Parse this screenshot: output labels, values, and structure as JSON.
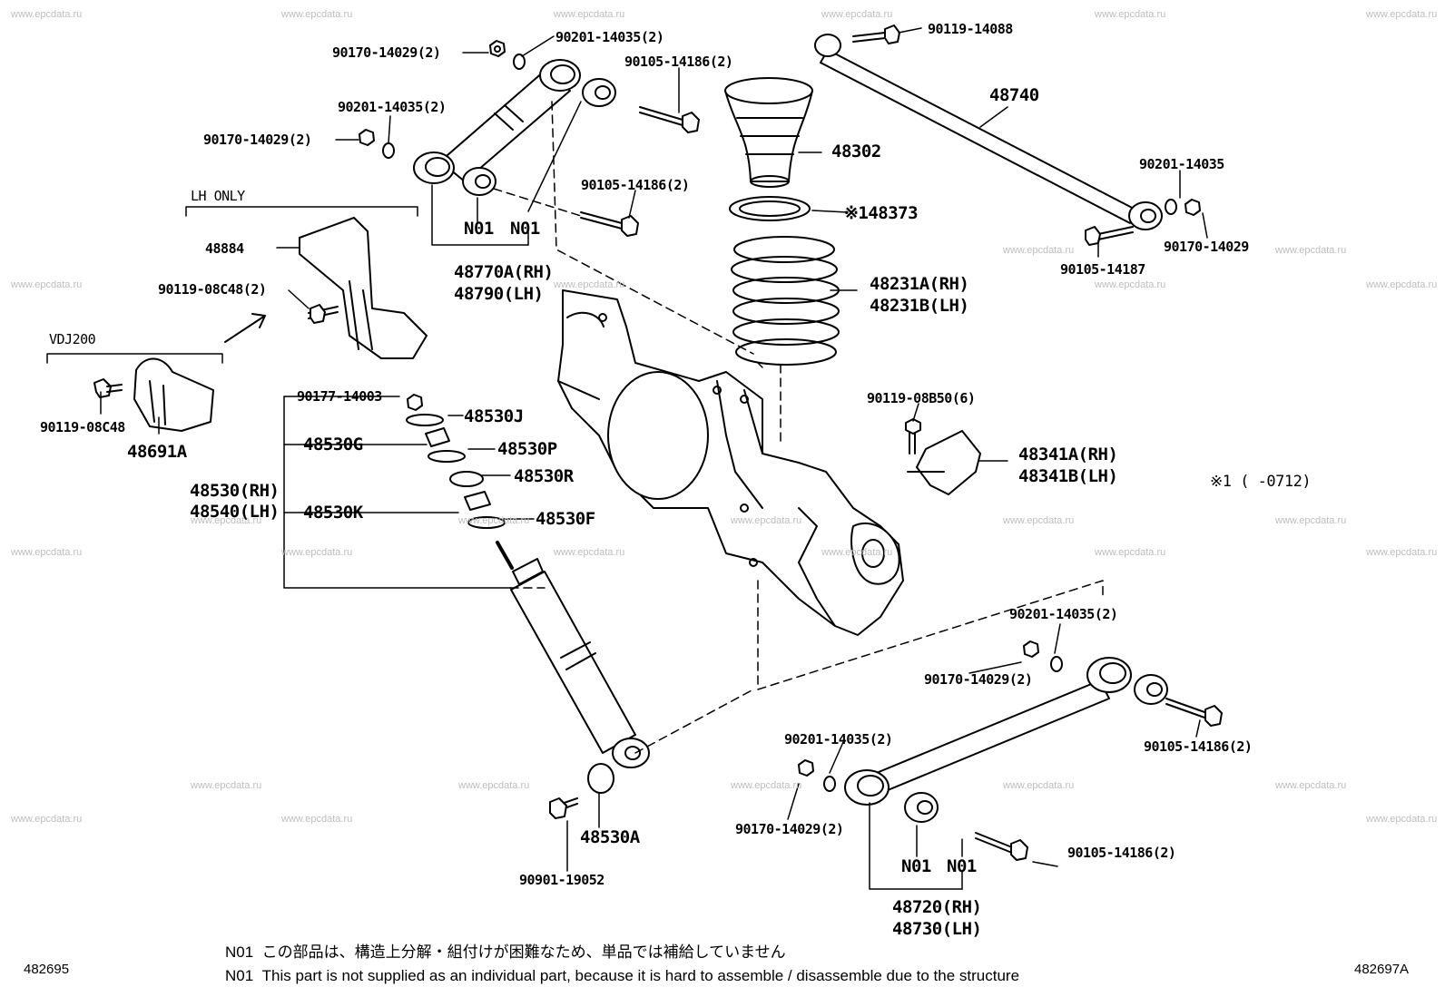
{
  "watermark": "www.epcdata.ru",
  "labels": {
    "l90170_14029_2_a": "90170-14029(2)",
    "l90201_14035_2_a": "90201-14035(2)",
    "l90105_14186_2_a": "90105-14186(2)",
    "l90201_14035_2_b": "90201-14035(2)",
    "l90170_14029_2_b": "90170-14029(2)",
    "l90105_14186_2_b": "90105-14186(2)",
    "lh_only": "LH ONLY",
    "n01_a": "N01",
    "n01_b": "N01",
    "l48770a": "48770A(RH)",
    "l48790": "48790(LH)",
    "l48884": "48884",
    "l90119_08c48_2": "90119-08C48(2)",
    "vdj200": "VDJ200",
    "l90119_08c48": "90119-08C48",
    "l48691a": "48691A",
    "l90119_14088": "90119-14088",
    "l48740": "48740",
    "l48302": "48302",
    "l48373": "※148373",
    "l90201_14035": "90201-14035",
    "l90170_14029": "90170-14029",
    "l90105_14187": "90105-14187",
    "l48231a": "48231A(RH)",
    "l48231b": "48231B(LH)",
    "l90177_14003": "90177-14003",
    "l48530j": "48530J",
    "l48530g": "48530G",
    "l48530p": "48530P",
    "l48530r": "48530R",
    "l48530rh": "48530(RH)",
    "l48540lh": "48540(LH)",
    "l48530k": "48530K",
    "l48530f": "48530F",
    "l90119_08b50": "90119-08B50(6)",
    "l48341a": "48341A(RH)",
    "l48341b": "48341B(LH)",
    "note1": "※1 (    -0712)",
    "l90201_14035_2_c": "90201-14035(2)",
    "l90170_14029_2_c": "90170-14029(2)",
    "l90105_14186_2_c": "90105-14186(2)",
    "l90201_14035_2_d": "90201-14035(2)",
    "l90170_14029_2_d": "90170-14029(2)",
    "l90105_14186_2_d": "90105-14186(2)",
    "l48530a": "48530A",
    "l90901_19052": "90901-19052",
    "n01_c": "N01",
    "n01_d": "N01",
    "l48720": "48720(RH)",
    "l48730": "48730(LH)"
  },
  "footnote": {
    "jp_code": "N01",
    "jp_text": "この部品は、構造上分解・組付けが困難なため、単品では補給していません",
    "en_code": "N01",
    "en_text": "This part is not supplied as an individual part, because it is hard to assemble / disassemble due to the structure"
  },
  "codes": {
    "left": "482695",
    "right": "482697A"
  }
}
